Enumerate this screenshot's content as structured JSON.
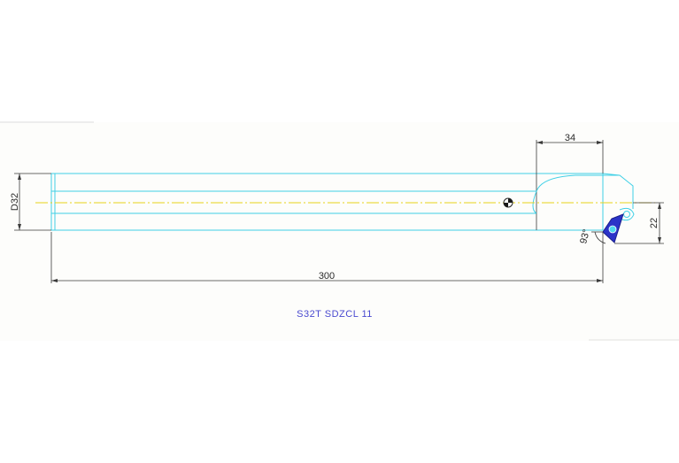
{
  "drawing": {
    "title": "S32T SDZCL 11",
    "dimensions": {
      "overall_length": "300",
      "head_length": "34",
      "diameter": "D32",
      "offset": "22",
      "angle": "93°"
    }
  },
  "colors": {
    "outline": "#3fd0e6",
    "centerline": "#e6d21a",
    "dimension": "#3a3a3a",
    "insert": "#2a33c8",
    "title": "#4a4ad0"
  }
}
